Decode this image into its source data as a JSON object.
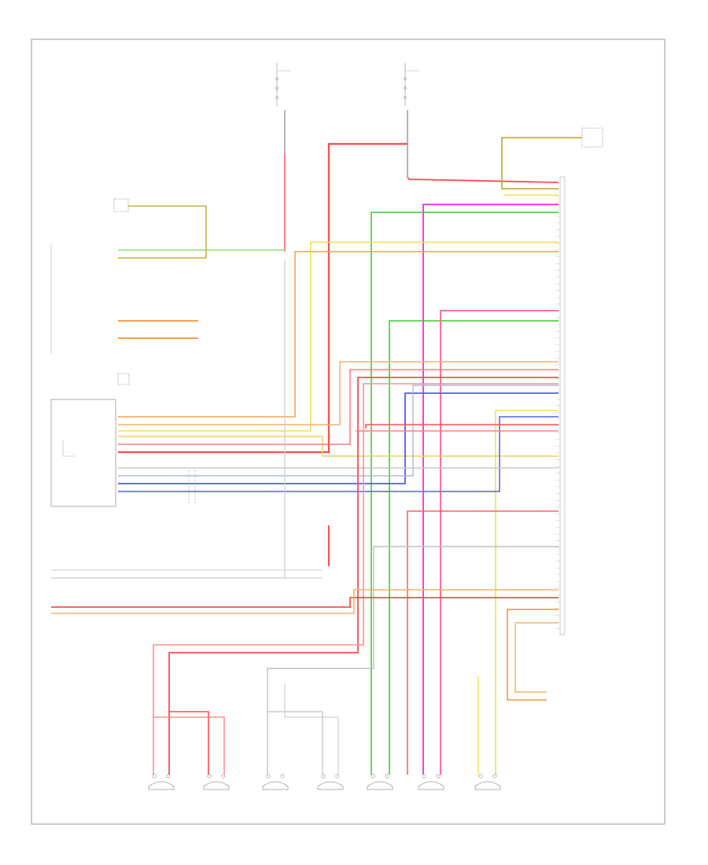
{
  "diagram": {
    "title": "",
    "page_footer": "",
    "wire_colors": {
      "red": "#ff4d4d",
      "pink_red": "#ff8080",
      "green": "#55d24c",
      "light_green": "#8fe07a",
      "yellow": "#f0e050",
      "orange": "#f5a050",
      "blue": "#4f5ef0",
      "light_blue": "#8aa0f5",
      "magenta": "#f040f0",
      "gray": "#b5b5b5",
      "olive": "#c8b040",
      "border": "#888888",
      "label": "#777777"
    },
    "fuses": [
      {
        "id": "fuse-left",
        "title": "",
        "lines": [
          "",
          "",
          "",
          "",
          ""
        ]
      },
      {
        "id": "fuse-right",
        "title": "",
        "lines": [
          "",
          "",
          "",
          "",
          ""
        ]
      }
    ],
    "components": {
      "left_radio_module": {
        "caption": ""
      },
      "right_control_module": {
        "caption": ""
      },
      "ground": {
        "caption": ""
      },
      "connector_note": {
        "caption": ""
      }
    },
    "speakers": [
      {
        "id": "speaker-1",
        "caption": [
          "",
          "",
          "",
          ""
        ]
      },
      {
        "id": "speaker-2",
        "caption": [
          "",
          "",
          "",
          ""
        ]
      },
      {
        "id": "speaker-3",
        "caption": [
          "",
          "",
          "",
          ""
        ]
      },
      {
        "id": "speaker-4",
        "caption": [
          "",
          "",
          "",
          ""
        ]
      },
      {
        "id": "speaker-5",
        "caption": [
          "",
          "",
          "",
          ""
        ]
      },
      {
        "id": "speaker-6",
        "caption": [
          "",
          "",
          "",
          ""
        ]
      },
      {
        "id": "speaker-7",
        "caption": [
          "",
          "",
          "",
          ""
        ]
      }
    ]
  }
}
